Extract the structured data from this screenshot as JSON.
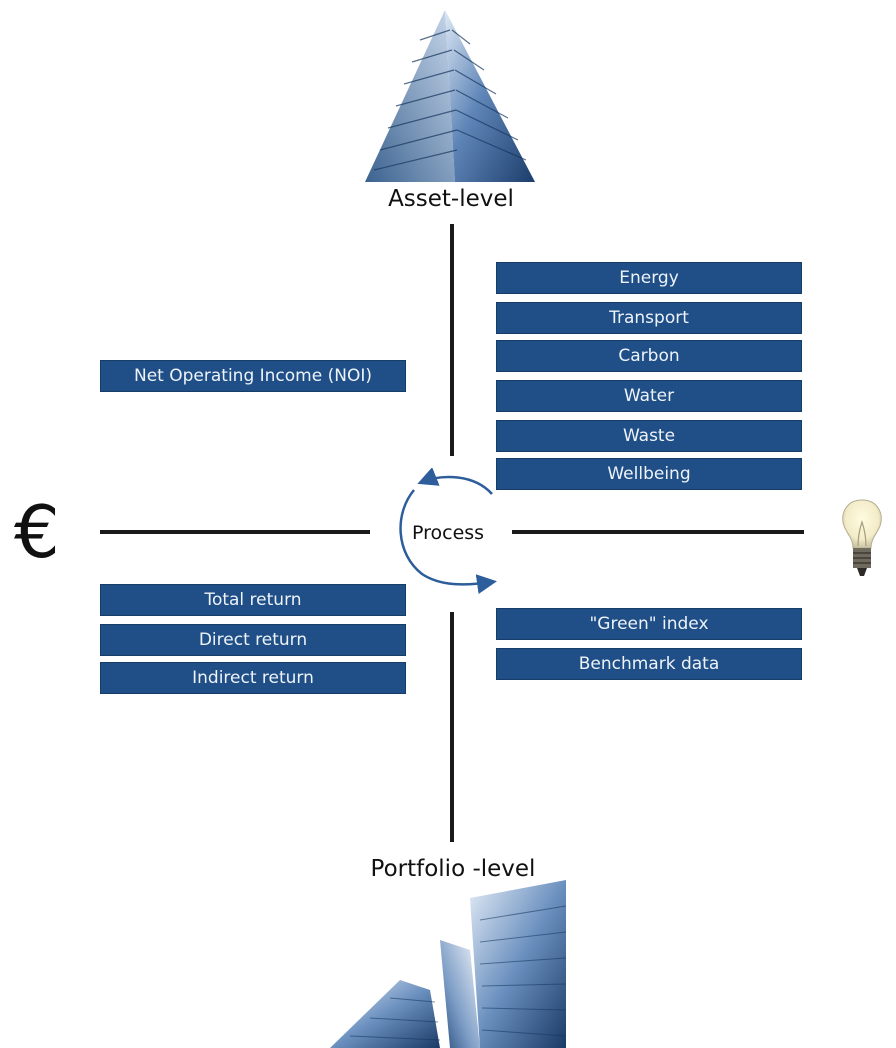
{
  "levels": {
    "top": "Asset-level",
    "bottom": "Portfolio -level"
  },
  "center": {
    "label": "Process"
  },
  "left_axis": {
    "symbol": "€"
  },
  "right_axis": {
    "icon": "lightbulb-icon"
  },
  "top_left_boxes": [
    "Net Operating Income (NOI)"
  ],
  "top_right_boxes": [
    "Energy",
    "Transport",
    "Carbon",
    "Water",
    "Waste",
    "Wellbeing"
  ],
  "bottom_left_boxes": [
    "Total return",
    "Direct return",
    "Indirect return"
  ],
  "bottom_right_boxes": [
    "\"Green\" index",
    "Benchmark data"
  ],
  "colors": {
    "box_fill": "#1f4f86",
    "box_text": "#eef3fa",
    "line": "#1a1a1a",
    "arrow": "#2e5d9c"
  }
}
